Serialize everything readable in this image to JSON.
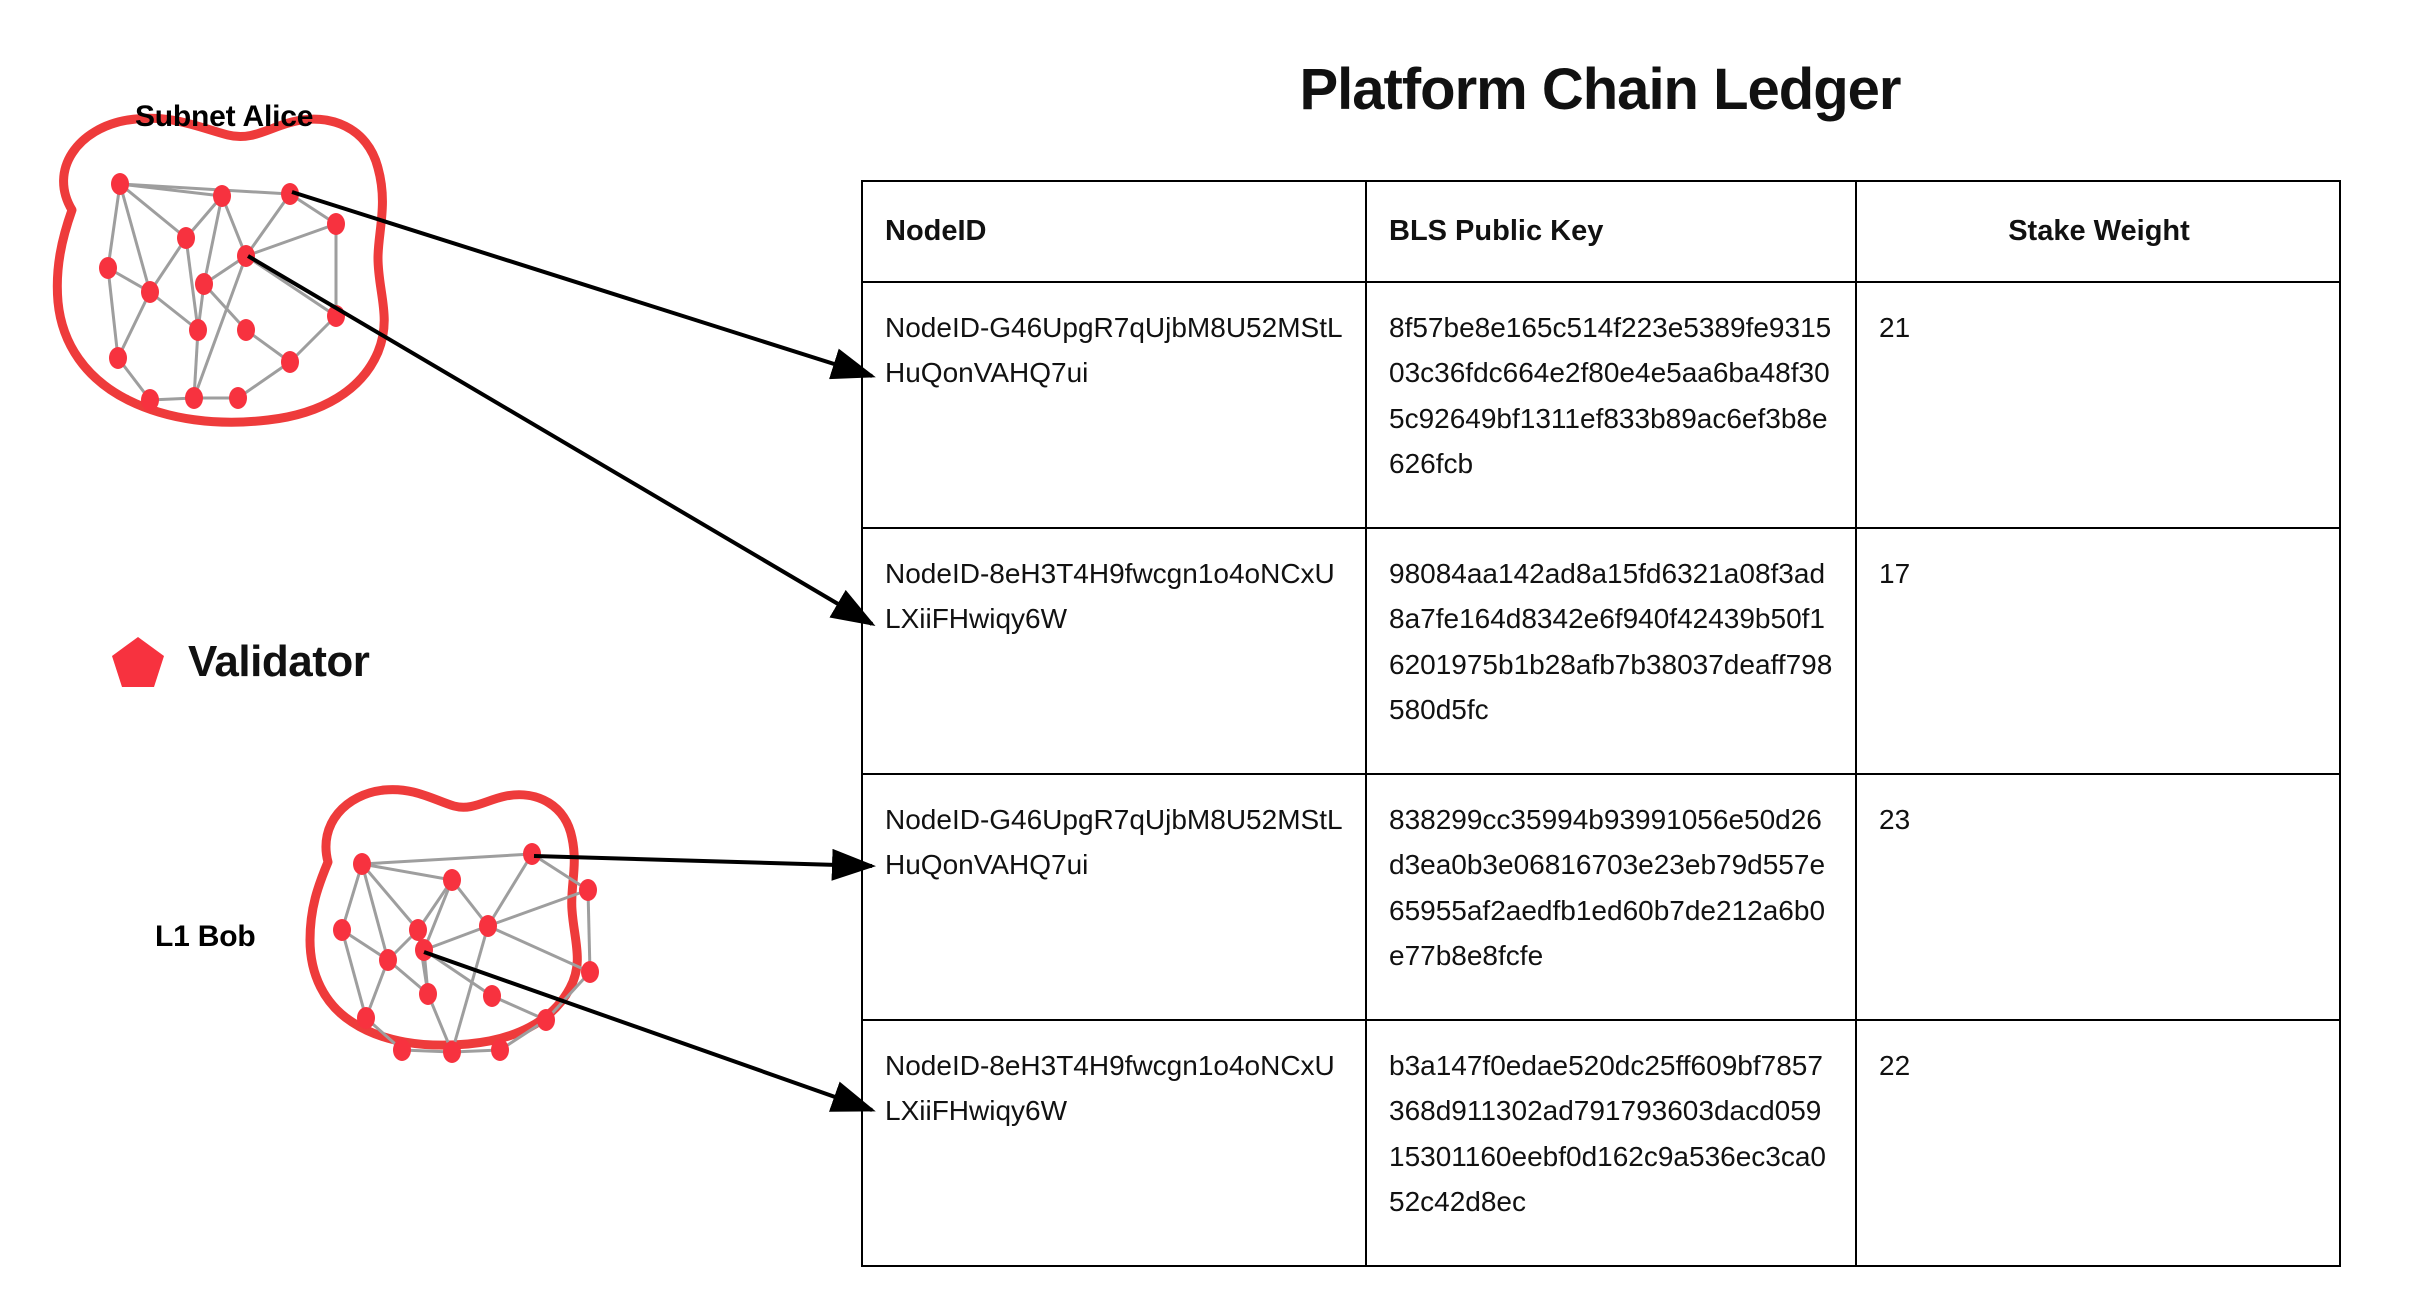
{
  "title": "Platform Chain Ledger",
  "legend": {
    "validator_label": "Validator",
    "validator_icon": "pentagon-icon",
    "validator_color": "#F7323F"
  },
  "networks": [
    {
      "name": "subnet-alice",
      "label": "Subnet Alice",
      "outline_color": "#EE3B3B",
      "node_color": "#F7323F",
      "edge_color": "#9E9E9E"
    },
    {
      "name": "l1-bob",
      "label": "L1 Bob",
      "outline_color": "#EE3B3B",
      "node_color": "#F7323F",
      "edge_color": "#9E9E9E"
    }
  ],
  "table": {
    "headers": {
      "nodeid": "NodeID",
      "bls": "BLS Public Key",
      "stake": "Stake Weight"
    },
    "rows": [
      {
        "nodeid": "NodeID-G46UpgR7qUjbM8U52MStLHuQonVAHQ7ui",
        "bls": "8f57be8e165c514f223e5389fe931503c36fdc664e2f80e4e5aa6ba48f305c92649bf1311ef833b89ac6ef3b8e626fcb",
        "stake": "21"
      },
      {
        "nodeid": "NodeID-8eH3T4H9fwcgn1o4oNCxULXiiFHwiqy6W",
        "bls": "98084aa142ad8a15fd6321a08f3ad8a7fe164d8342e6f940f42439b50f16201975b1b28afb7b38037deaff798580d5fc",
        "stake": "17"
      },
      {
        "nodeid": "NodeID-G46UpgR7qUjbM8U52MStLHuQonVAHQ7ui",
        "bls": "838299cc35994b93991056e50d26d3ea0b3e06816703e23eb79d557e65955af2aedfb1ed60b7de212a6b0e77b8e8fcfe",
        "stake": "23"
      },
      {
        "nodeid": "NodeID-8eH3T4H9fwcgn1o4oNCxULXiiFHwiqy6W",
        "bls": "b3a147f0edae520dc25ff609bf7857368d911302ad791793603dacd05915301160eebf0d162c9a536ec3ca052c42d8ec",
        "stake": "22"
      }
    ]
  },
  "connectors": [
    {
      "name": "alice-to-row1"
    },
    {
      "name": "alice-to-row2"
    },
    {
      "name": "bob-to-row3"
    },
    {
      "name": "bob-to-row4"
    }
  ]
}
